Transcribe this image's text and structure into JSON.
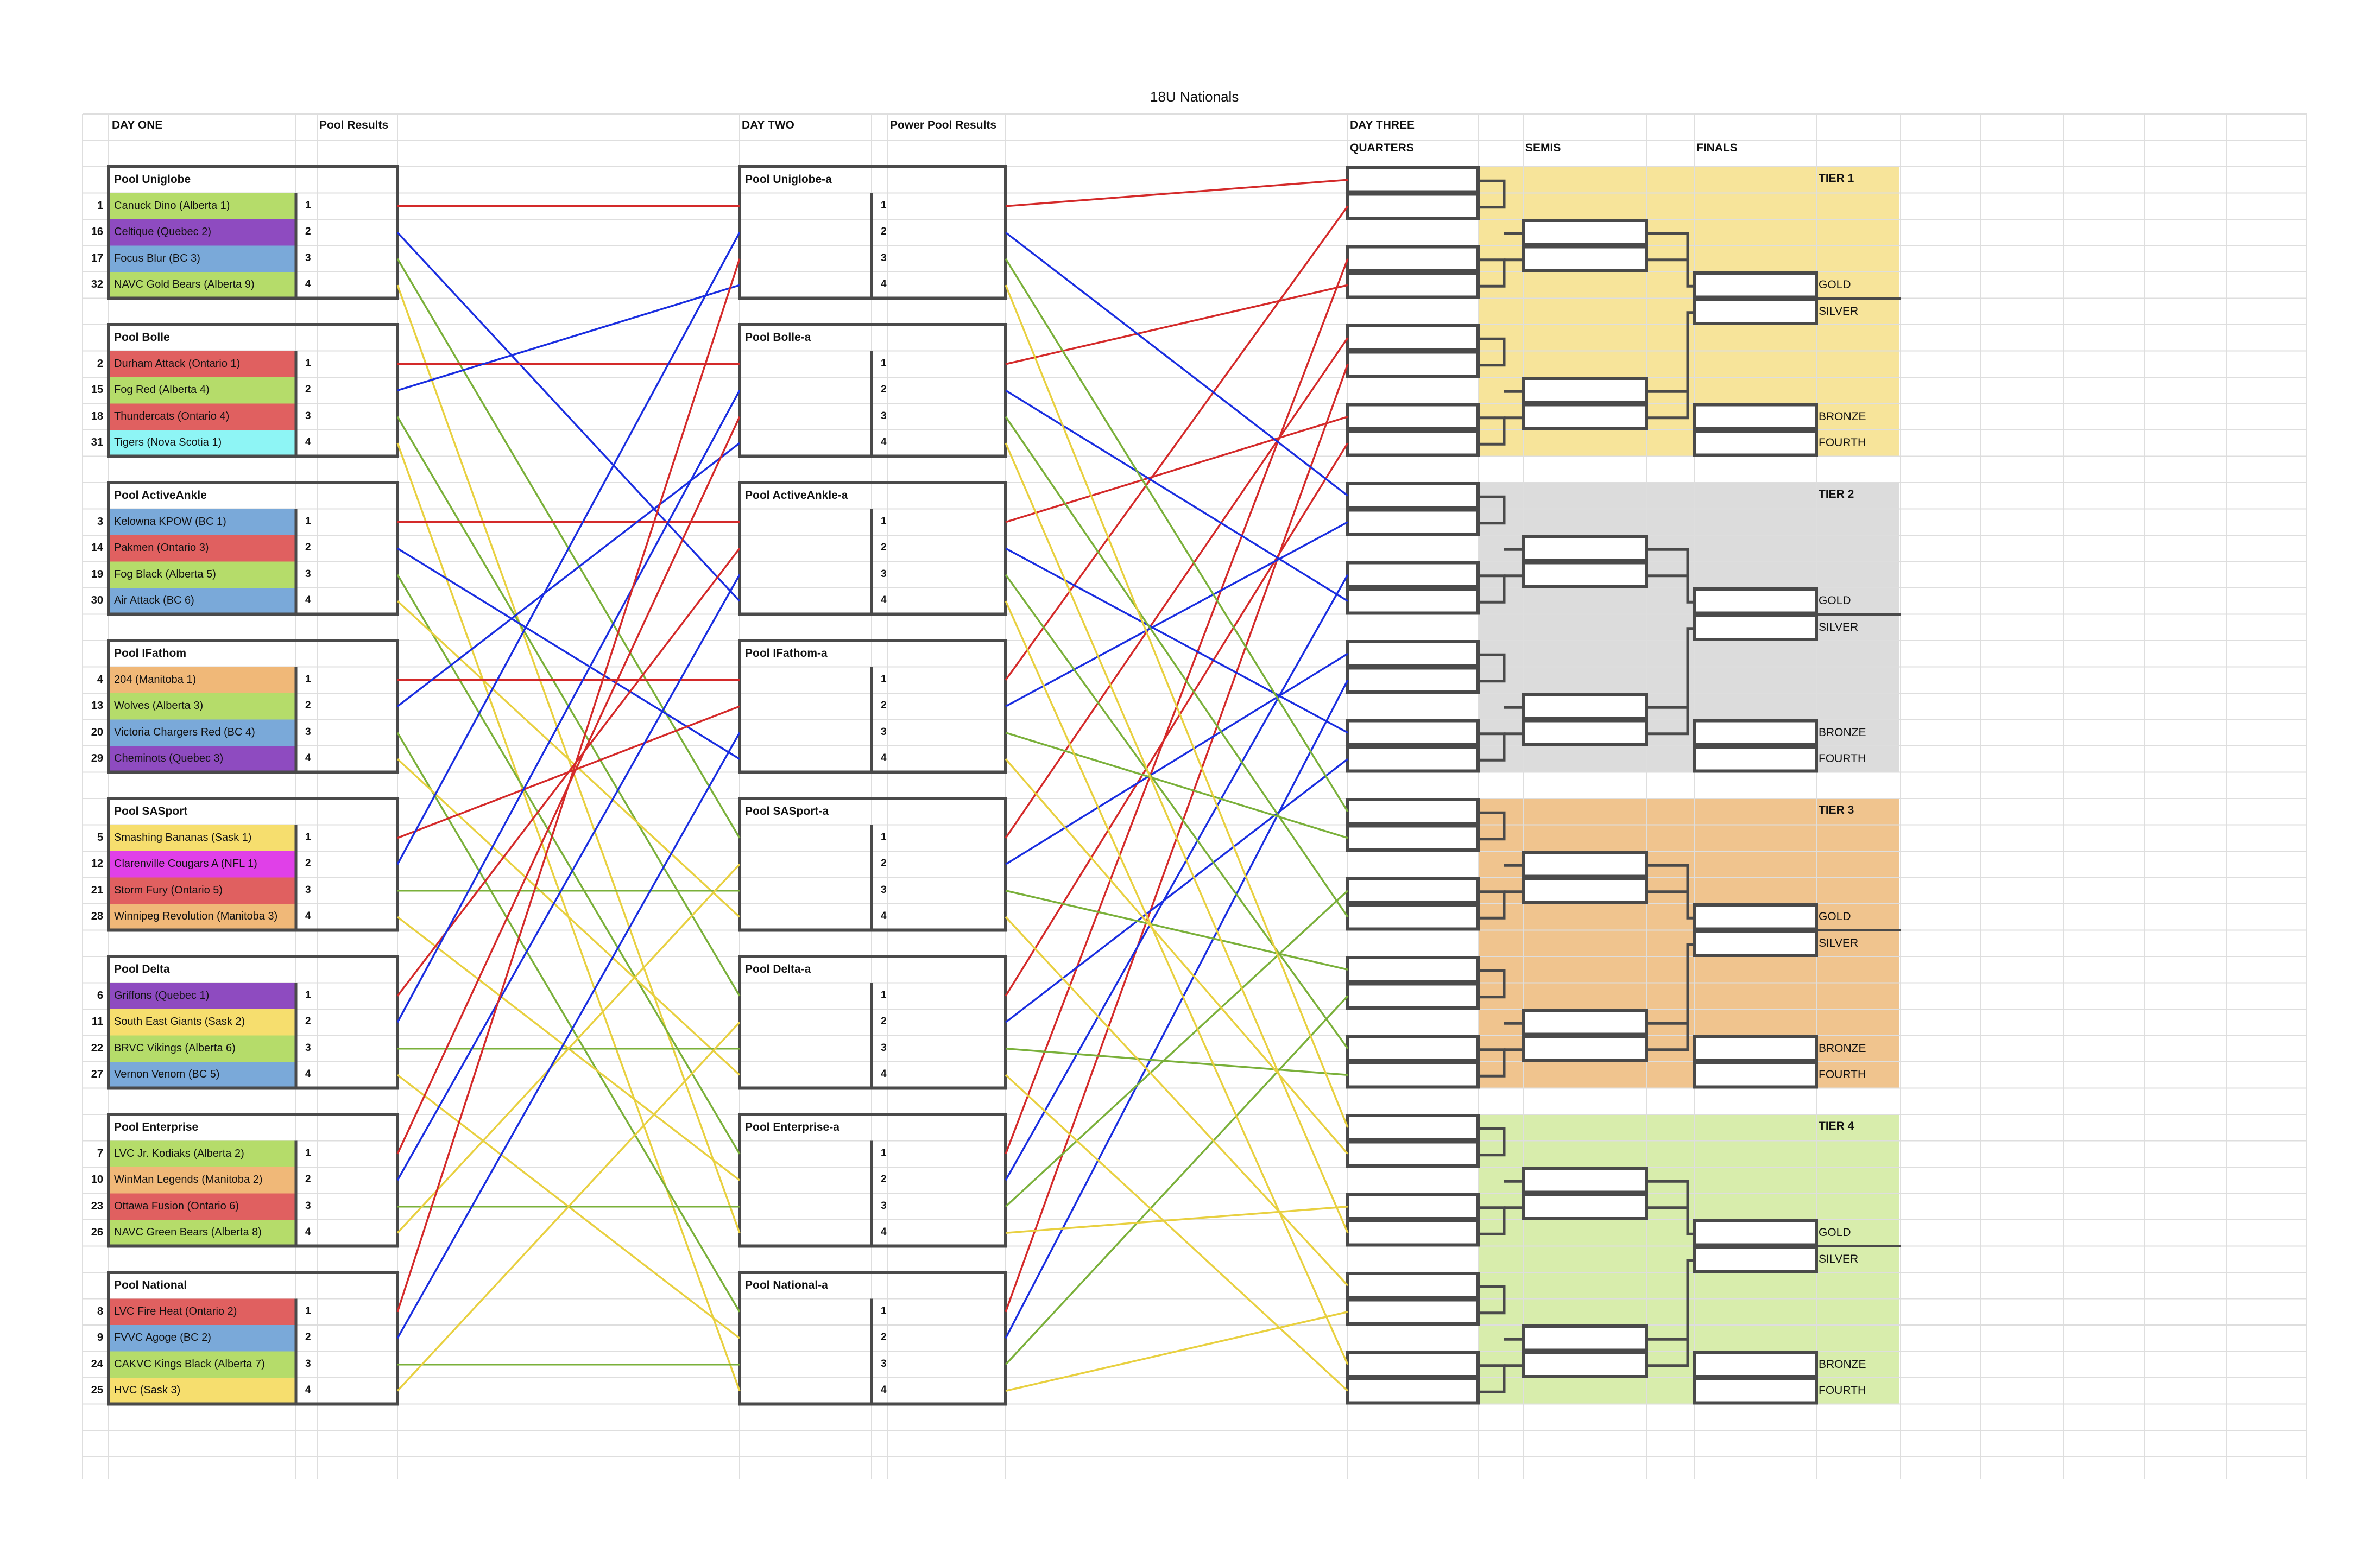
{
  "sheet": {
    "title": "18U Nationals",
    "headers": {
      "day_one": "DAY ONE",
      "pool_results": "Pool Results",
      "day_two": "DAY TWO",
      "power_pool_results": "Power Pool Results",
      "day_three": "DAY THREE",
      "quarters": "QUARTERS",
      "semis": "SEMIS",
      "finals": "FINALS"
    }
  },
  "day_one_pools": [
    {
      "name": "Pool Uniglobe",
      "teams": [
        {
          "seed": "1",
          "name": "Canuck Dino (Alberta 1)",
          "color": "#b5dc6a"
        },
        {
          "seed": "16",
          "name": "Celtique (Quebec 2)",
          "color": "#8e4bc0"
        },
        {
          "seed": "17",
          "name": "Focus Blur (BC 3)",
          "color": "#7aa9d9"
        },
        {
          "seed": "32",
          "name": "NAVC Gold Bears (Alberta 9)",
          "color": "#b5dc6a"
        }
      ]
    },
    {
      "name": "Pool Bolle",
      "teams": [
        {
          "seed": "2",
          "name": "Durham Attack (Ontario 1)",
          "color": "#e06060"
        },
        {
          "seed": "15",
          "name": "Fog Red (Alberta 4)",
          "color": "#b5dc6a"
        },
        {
          "seed": "18",
          "name": "Thundercats (Ontario 4)",
          "color": "#e06060"
        },
        {
          "seed": "31",
          "name": "Tigers (Nova Scotia 1)",
          "color": "#8ef5f5"
        }
      ]
    },
    {
      "name": "Pool ActiveAnkle",
      "teams": [
        {
          "seed": "3",
          "name": "Kelowna KPOW (BC 1)",
          "color": "#7aa9d9"
        },
        {
          "seed": "14",
          "name": "Pakmen (Ontario 3)",
          "color": "#e06060"
        },
        {
          "seed": "19",
          "name": "Fog Black (Alberta 5)",
          "color": "#b5dc6a"
        },
        {
          "seed": "30",
          "name": "Air Attack (BC 6)",
          "color": "#7aa9d9"
        }
      ]
    },
    {
      "name": "Pool IFathom",
      "teams": [
        {
          "seed": "4",
          "name": "204 (Manitoba 1)",
          "color": "#f0b878"
        },
        {
          "seed": "13",
          "name": "Wolves (Alberta 3)",
          "color": "#b5dc6a"
        },
        {
          "seed": "20",
          "name": "Victoria Chargers Red (BC 4)",
          "color": "#7aa9d9"
        },
        {
          "seed": "29",
          "name": "Cheminots (Quebec 3)",
          "color": "#8e4bc0"
        }
      ]
    },
    {
      "name": "Pool SASport",
      "teams": [
        {
          "seed": "5",
          "name": "Smashing Bananas (Sask 1)",
          "color": "#f6de6e"
        },
        {
          "seed": "12",
          "name": "Clarenville Cougars A (NFL 1)",
          "color": "#e040e8"
        },
        {
          "seed": "21",
          "name": "Storm Fury (Ontario 5)",
          "color": "#e06060"
        },
        {
          "seed": "28",
          "name": "Winnipeg Revolution (Manitoba 3)",
          "color": "#f0b878"
        }
      ]
    },
    {
      "name": "Pool Delta",
      "teams": [
        {
          "seed": "6",
          "name": "Griffons (Quebec 1)",
          "color": "#8e4bc0"
        },
        {
          "seed": "11",
          "name": "South East Giants (Sask 2)",
          "color": "#f6de6e"
        },
        {
          "seed": "22",
          "name": "BRVC Vikings (Alberta 6)",
          "color": "#b5dc6a"
        },
        {
          "seed": "27",
          "name": "Vernon Venom (BC 5)",
          "color": "#7aa9d9"
        }
      ]
    },
    {
      "name": "Pool Enterprise",
      "teams": [
        {
          "seed": "7",
          "name": "LVC Jr. Kodiaks (Alberta 2)",
          "color": "#b5dc6a"
        },
        {
          "seed": "10",
          "name": "WinMan Legends (Manitoba 2)",
          "color": "#f0b878"
        },
        {
          "seed": "23",
          "name": "Ottawa Fusion (Ontario 6)",
          "color": "#e06060"
        },
        {
          "seed": "26",
          "name": "NAVC Green Bears (Alberta 8)",
          "color": "#b5dc6a"
        }
      ]
    },
    {
      "name": "Pool National",
      "teams": [
        {
          "seed": "8",
          "name": "LVC Fire Heat (Ontario 2)",
          "color": "#e06060"
        },
        {
          "seed": "9",
          "name": "FVVC Agoge (BC 2)",
          "color": "#7aa9d9"
        },
        {
          "seed": "24",
          "name": "CAKVC Kings Black (Alberta 7)",
          "color": "#b5dc6a"
        },
        {
          "seed": "25",
          "name": "HVC (Sask 3)",
          "color": "#f6de6e"
        }
      ]
    }
  ],
  "places": [
    "1",
    "2",
    "3",
    "4"
  ],
  "day_two_pools": [
    "Pool Uniglobe-a",
    "Pool Bolle-a",
    "Pool ActiveAnkle-a",
    "Pool IFathom-a",
    "Pool SASport-a",
    "Pool Delta-a",
    "Pool Enterprise-a",
    "Pool National-a"
  ],
  "tiers": [
    {
      "name": "TIER 1",
      "color": "#f7e49a",
      "medals": [
        "GOLD",
        "SILVER",
        "BRONZE",
        "FOURTH"
      ]
    },
    {
      "name": "TIER 2",
      "color": "#dcdcdc",
      "medals": [
        "GOLD",
        "SILVER",
        "BRONZE",
        "FOURTH"
      ]
    },
    {
      "name": "TIER 3",
      "color": "#f0c48e",
      "medals": [
        "GOLD",
        "SILVER",
        "BRONZE",
        "FOURTH"
      ]
    },
    {
      "name": "TIER 4",
      "color": "#d8edac",
      "medals": [
        "GOLD",
        "SILVER",
        "BRONZE",
        "FOURTH"
      ]
    }
  ],
  "line_colors": {
    "first": "#d42a2a",
    "second": "#1a2ee0",
    "third": "#7ab03a",
    "fourth": "#e8d040"
  }
}
